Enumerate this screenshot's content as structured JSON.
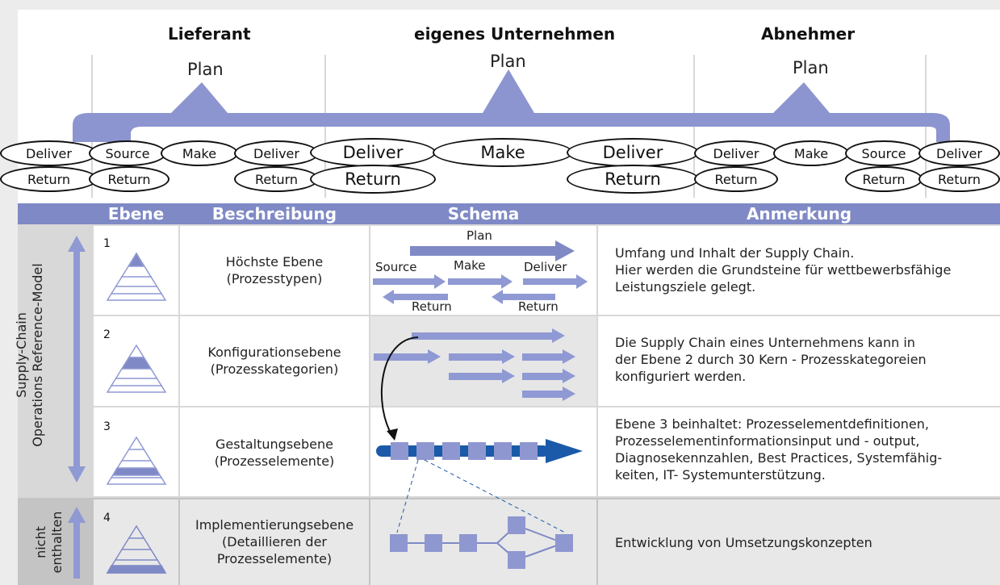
{
  "header": {
    "supplier": "Lieferant",
    "company": "eigenes Unternehmen",
    "customer": "Abnehmer"
  },
  "plan_labels": [
    "Plan",
    "Plan",
    "Plan"
  ],
  "process_row1": [
    "Deliver",
    "Source",
    "Make",
    "Deliver",
    "Deliver",
    "Make",
    "Deliver",
    "Deliver",
    "Make",
    "Source",
    "Deliver"
  ],
  "process_row2": [
    "Return",
    "Return",
    "Return",
    "Return",
    "Return",
    "Return",
    "Return",
    "Return"
  ],
  "table": {
    "headers": [
      "Ebene",
      "Beschreibung",
      "Schema",
      "Anmerkung"
    ],
    "side_label_top": [
      "Supply-Chain",
      "Operations Reference-Model"
    ],
    "side_label_bottom": [
      "nicht",
      "enthalten"
    ],
    "rows": [
      {
        "level": "1",
        "description": [
          "Höchste Ebene",
          "(Prozesstypen)"
        ],
        "note": [
          "Umfang und Inhalt der Supply Chain.",
          "Hier werden die Grundsteine für wettbewerbsfähige",
          "Leistungsziele gelegt."
        ]
      },
      {
        "level": "2",
        "description": [
          "Konfigurationsebene",
          "(Prozesskategorien)"
        ],
        "note": [
          "Die Supply Chain eines Unternehmens kann in",
          "der Ebene 2 durch 30 Kern - Prozesskategoreien",
          "konfiguriert werden."
        ]
      },
      {
        "level": "3",
        "description": [
          "Gestaltungsebene",
          "(Prozesselemente)"
        ],
        "note": [
          "Ebene 3 beinhaltet: Prozesselementdefinitionen,",
          "Prozesselementinformationsinput und - output,",
          "Diagnosekennzahlen, Best Practices, Systemfähig-",
          "keiten, IT- Systemunterstützung."
        ]
      },
      {
        "level": "4",
        "description": [
          "Implementierungsebene",
          "(Detaillieren der",
          "Prozesselemente)"
        ],
        "note": [
          "Entwicklung von Umsetzungskonzepten"
        ]
      }
    ],
    "schema1": {
      "plan": "Plan",
      "source": "Source",
      "make": "Make",
      "deliver": "Deliver",
      "return1": "Return",
      "return2": "Return"
    }
  },
  "colors": {
    "accent": "#7f89c5",
    "arrow": "#8f99d3",
    "dark_arrow": "#1a5aa8",
    "square": "#8f97d0",
    "grey_row": "#d0d0d0"
  }
}
